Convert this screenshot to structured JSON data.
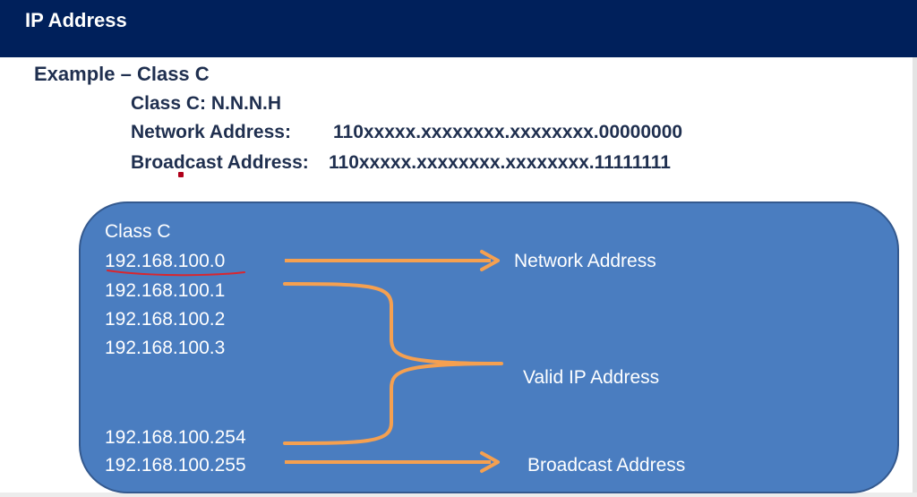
{
  "header": {
    "title": "IP Address"
  },
  "example": {
    "heading": "Example – Class C",
    "class_line": "Class C: N.N.N.H",
    "network_label": "Network Address:",
    "network_value": "110xxxxx.xxxxxxxx.xxxxxxxx.00000000",
    "broadcast_label": "Broadcast Address:",
    "broadcast_value": "110xxxxx.xxxxxxxx.xxxxxxxx.11111111"
  },
  "panel": {
    "class_label": "Class C",
    "addresses": [
      "192.168.100.0",
      "192.168.100.1",
      "192.168.100.2",
      "192.168.100.3",
      "192.168.100.254",
      "192.168.100.255"
    ],
    "network_label": "Network Address",
    "valid_label": "Valid IP Address",
    "broadcast_label": "Broadcast Address"
  },
  "colors": {
    "title_bar": "#00205b",
    "panel_fill": "#4a7dc0",
    "arrow": "#f5a050",
    "underline": "#d9262e",
    "text_dark": "#1f2f4f"
  },
  "icons": {
    "arrow": "right-arrow-icon",
    "brace": "curly-brace-icon"
  }
}
